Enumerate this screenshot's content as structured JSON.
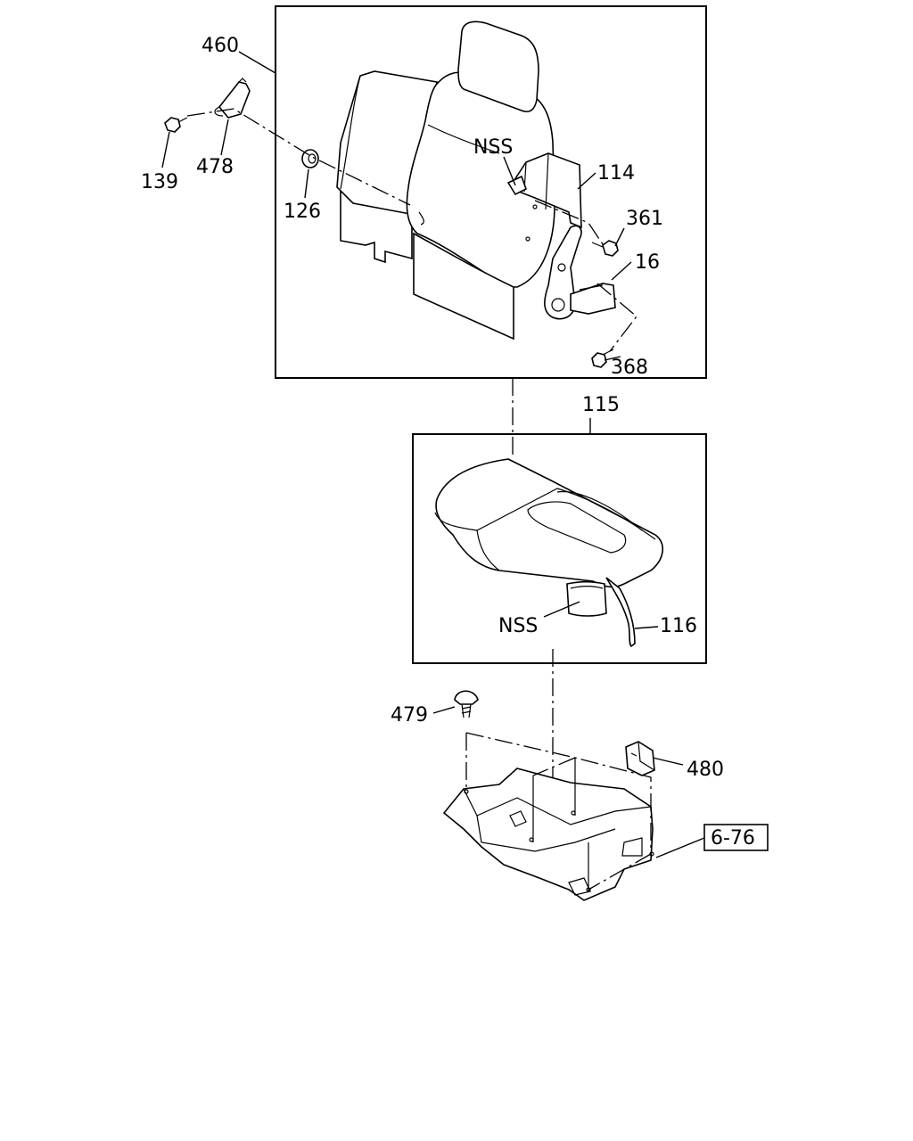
{
  "callouts": {
    "c460": "460",
    "c139": "139",
    "c478": "478",
    "c126": "126",
    "nss_upper": "NSS",
    "c114": "114",
    "c361": "361",
    "c16": "16",
    "c368": "368",
    "c115": "115",
    "nss_lower": "NSS",
    "c116": "116",
    "c479": "479",
    "c480": "480",
    "ref_676": "6-76"
  }
}
